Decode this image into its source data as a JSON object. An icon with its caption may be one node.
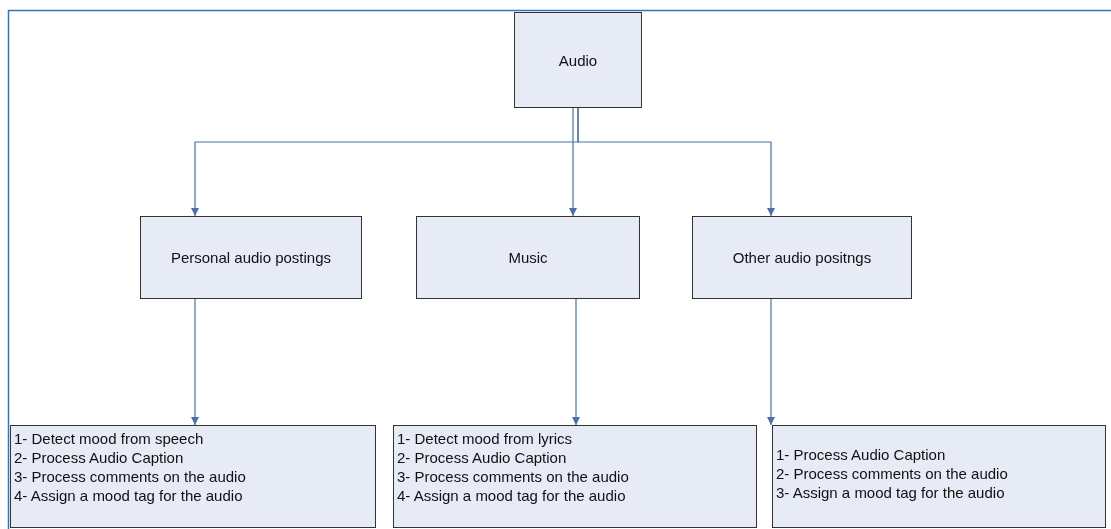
{
  "diagram": {
    "nodes": [
      {
        "text": [
          "Audio"
        ]
      },
      {
        "text": [
          "Personal audio postings"
        ]
      },
      {
        "text": [
          "Music"
        ]
      },
      {
        "text": [
          "Other audio positngs"
        ]
      },
      {
        "text": [
          "1- Detect mood from speech",
          "2- Process Audio Caption",
          "3- Process comments on the audio",
          "4- Assign a mood tag for the audio"
        ]
      },
      {
        "text": [
          "1- Detect mood from lyrics",
          "2- Process Audio Caption",
          "3- Process comments on the audio",
          "4- Assign a mood tag for the audio"
        ]
      },
      {
        "text": [
          "1- Process Audio Caption",
          "2- Process comments on the audio",
          "3- Assign a mood tag for the audio"
        ]
      }
    ],
    "edges": [
      {
        "from": 0,
        "to": 1,
        "arrow": "to"
      },
      {
        "from": 0,
        "to": 2,
        "arrow": "to"
      },
      {
        "from": 0,
        "to": 3,
        "arrow": "to"
      },
      {
        "from": 1,
        "to": 4,
        "arrow": "to"
      },
      {
        "from": 2,
        "to": 5,
        "arrow": "to"
      },
      {
        "from": 3,
        "to": 6,
        "arrow": "to"
      }
    ]
  }
}
